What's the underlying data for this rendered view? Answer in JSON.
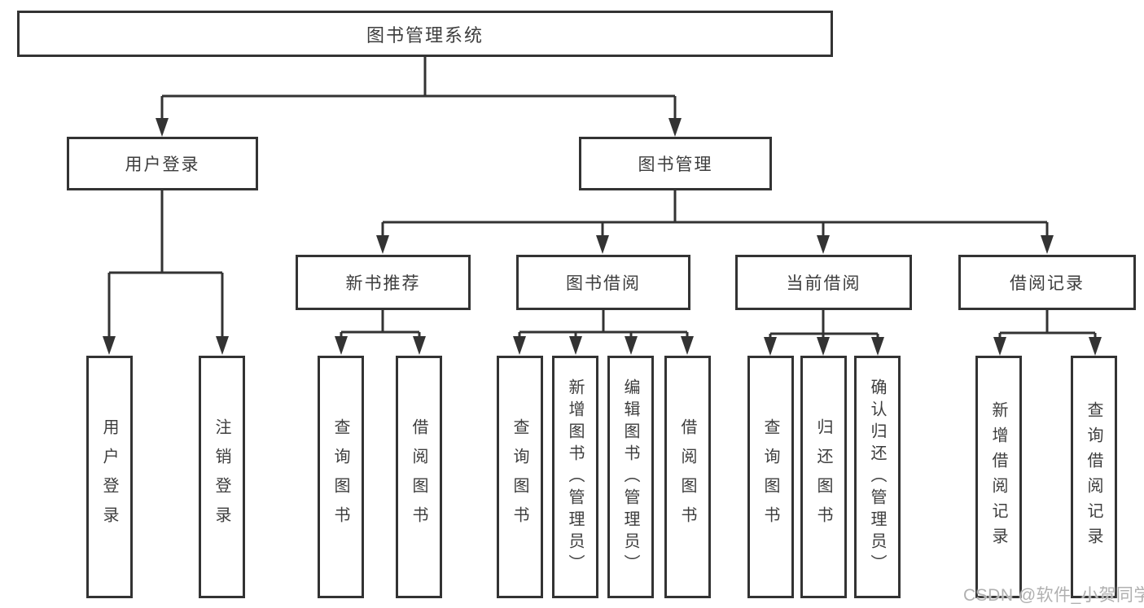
{
  "tree": {
    "root": {
      "label": "图书管理系统"
    },
    "branches": [
      {
        "label": "用户登录",
        "children": [
          {
            "label": "用户登录"
          },
          {
            "label": "注销登录"
          }
        ]
      },
      {
        "label": "图书管理",
        "sections": [
          {
            "label": "新书推荐",
            "children": [
              {
                "label": "查询图书"
              },
              {
                "label": "借阅图书"
              }
            ]
          },
          {
            "label": "图书借阅",
            "children": [
              {
                "label": "查询图书"
              },
              {
                "label": "新增图书（管理员）"
              },
              {
                "label": "编辑图书（管理员）"
              },
              {
                "label": "借阅图书"
              }
            ]
          },
          {
            "label": "当前借阅",
            "children": [
              {
                "label": "查询图书"
              },
              {
                "label": "归还图书"
              },
              {
                "label": "确认归还（管理员）"
              }
            ]
          },
          {
            "label": "借阅记录",
            "children": [
              {
                "label": "新增借阅记录"
              },
              {
                "label": "查询借阅记录"
              }
            ]
          }
        ]
      }
    ]
  },
  "watermark": "CSDN @软件_小贺同学",
  "colors": {
    "line": "#333333",
    "text": "#3d3d3d",
    "box_background": "#ffffff",
    "background": "#ffffff",
    "watermark": "#b0b0b0"
  }
}
